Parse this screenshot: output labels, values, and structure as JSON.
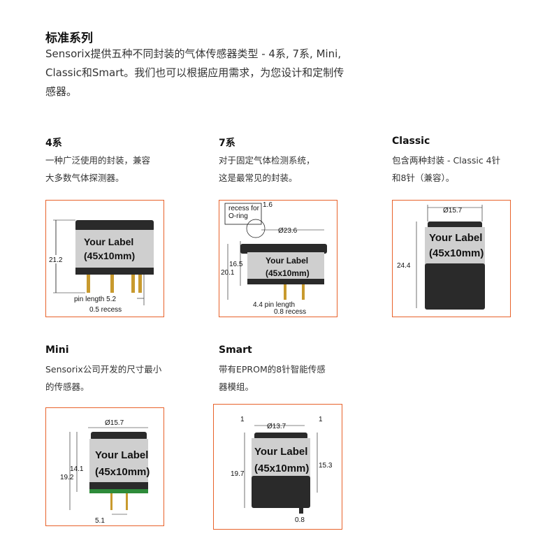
{
  "header": {
    "title": "标准系列",
    "intro": "Sensorix提供五种不同封装的气体传感器类型 - 4系, 7系, Mini, Classic和Smart。我们也可以根据应用需求，为您设计和定制传感器。"
  },
  "label_text": {
    "line1": "Your Label",
    "line2": "(45x10mm)"
  },
  "colors": {
    "frame": "#e8622a",
    "body": "#2a2a2a",
    "label": "#cfcfcf"
  },
  "sections": {
    "s4": {
      "title": "4系",
      "desc": [
        "一种广泛使用的封装，兼容",
        "大多数气体探测器。"
      ],
      "dims": {
        "height": "21.2",
        "pin": "pin length 5.2",
        "recess": "0.5 recess"
      }
    },
    "s7": {
      "title": "7系",
      "desc": [
        "对于固定气体检测系统，",
        "这是最常见的封装。"
      ],
      "dims": {
        "recess_for": "recess for",
        "oring": "O-ring",
        "r16": "1.6",
        "dia": "Ø23.6",
        "h1": "16.5",
        "h2": "20.1",
        "pin": "4.4 pin length",
        "recess": "0.8 recess"
      }
    },
    "classic": {
      "title": "Classic",
      "desc": [
        "包含两种封装 - Classic 4针",
        "和8针（兼容）。"
      ],
      "dims": {
        "dia": "Ø15.7",
        "height": "24.4"
      }
    },
    "mini": {
      "title": "Mini",
      "desc": [
        "Sensorix公司开发的尺寸最小",
        "的传感器。"
      ],
      "dims": {
        "dia": "Ø15.7",
        "h1": "14.1",
        "h2": "19.2",
        "pin": "5.1"
      }
    },
    "smart": {
      "title": "Smart",
      "desc": [
        "带有EPROM的8针智能传感",
        "器模组。"
      ],
      "dims": {
        "dia": "Ø13.7",
        "left1": "1",
        "right1": "1",
        "h1": "19.7",
        "h2": "15.3",
        "pin": "0.8"
      }
    }
  }
}
